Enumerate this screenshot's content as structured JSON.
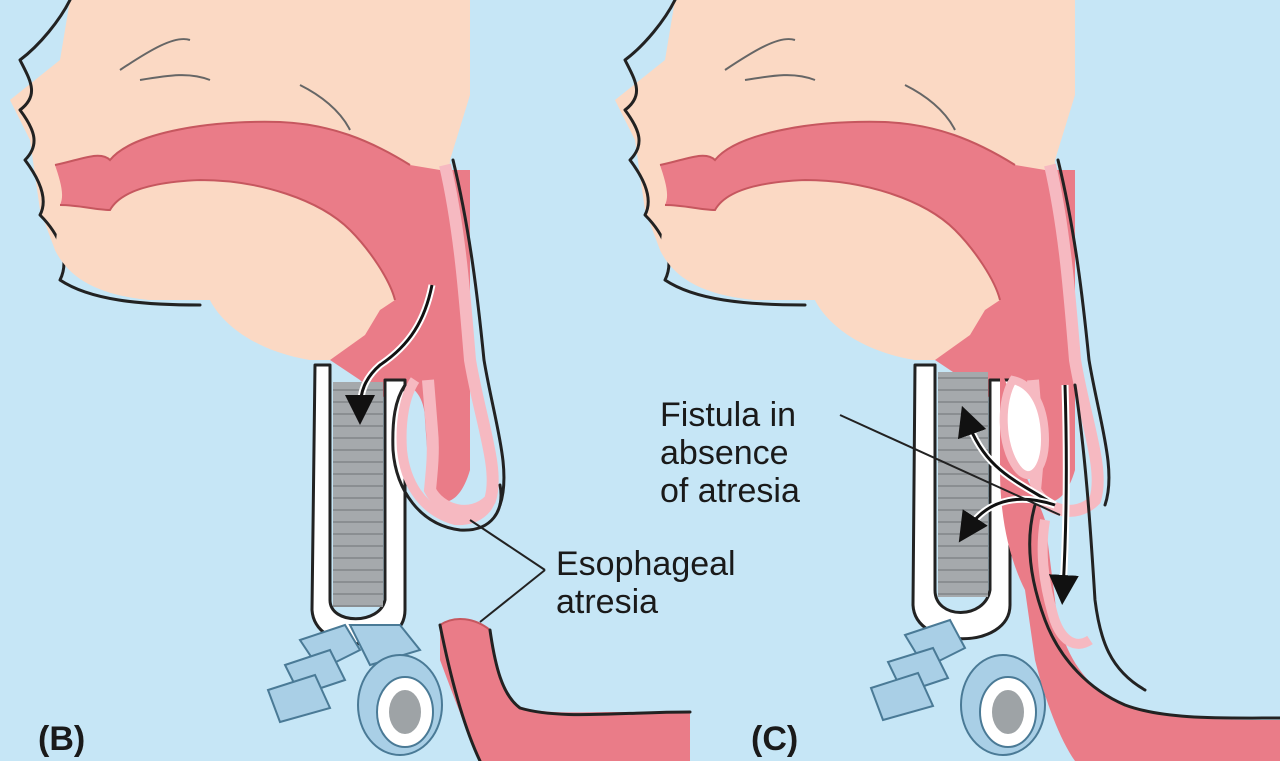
{
  "panels": [
    {
      "id": "B",
      "tag": "(B)",
      "labels": {
        "line1": "Esophageal",
        "line2": "atresia"
      }
    },
    {
      "id": "C",
      "tag": "(C)",
      "labels": {
        "line1": "Fistula in",
        "line2": "absence",
        "line3": "of atresia"
      }
    }
  ],
  "colors": {
    "background": "#c6e6f6",
    "skin": "#fbd9c4",
    "tissue": "#ea7c88",
    "tissue_light": "#f6b9c1",
    "trachea_fill": "#a5a9ac",
    "trachea_wall": "#ffffff",
    "cartilage": "#a9cfe6",
    "outline": "#222222"
  }
}
